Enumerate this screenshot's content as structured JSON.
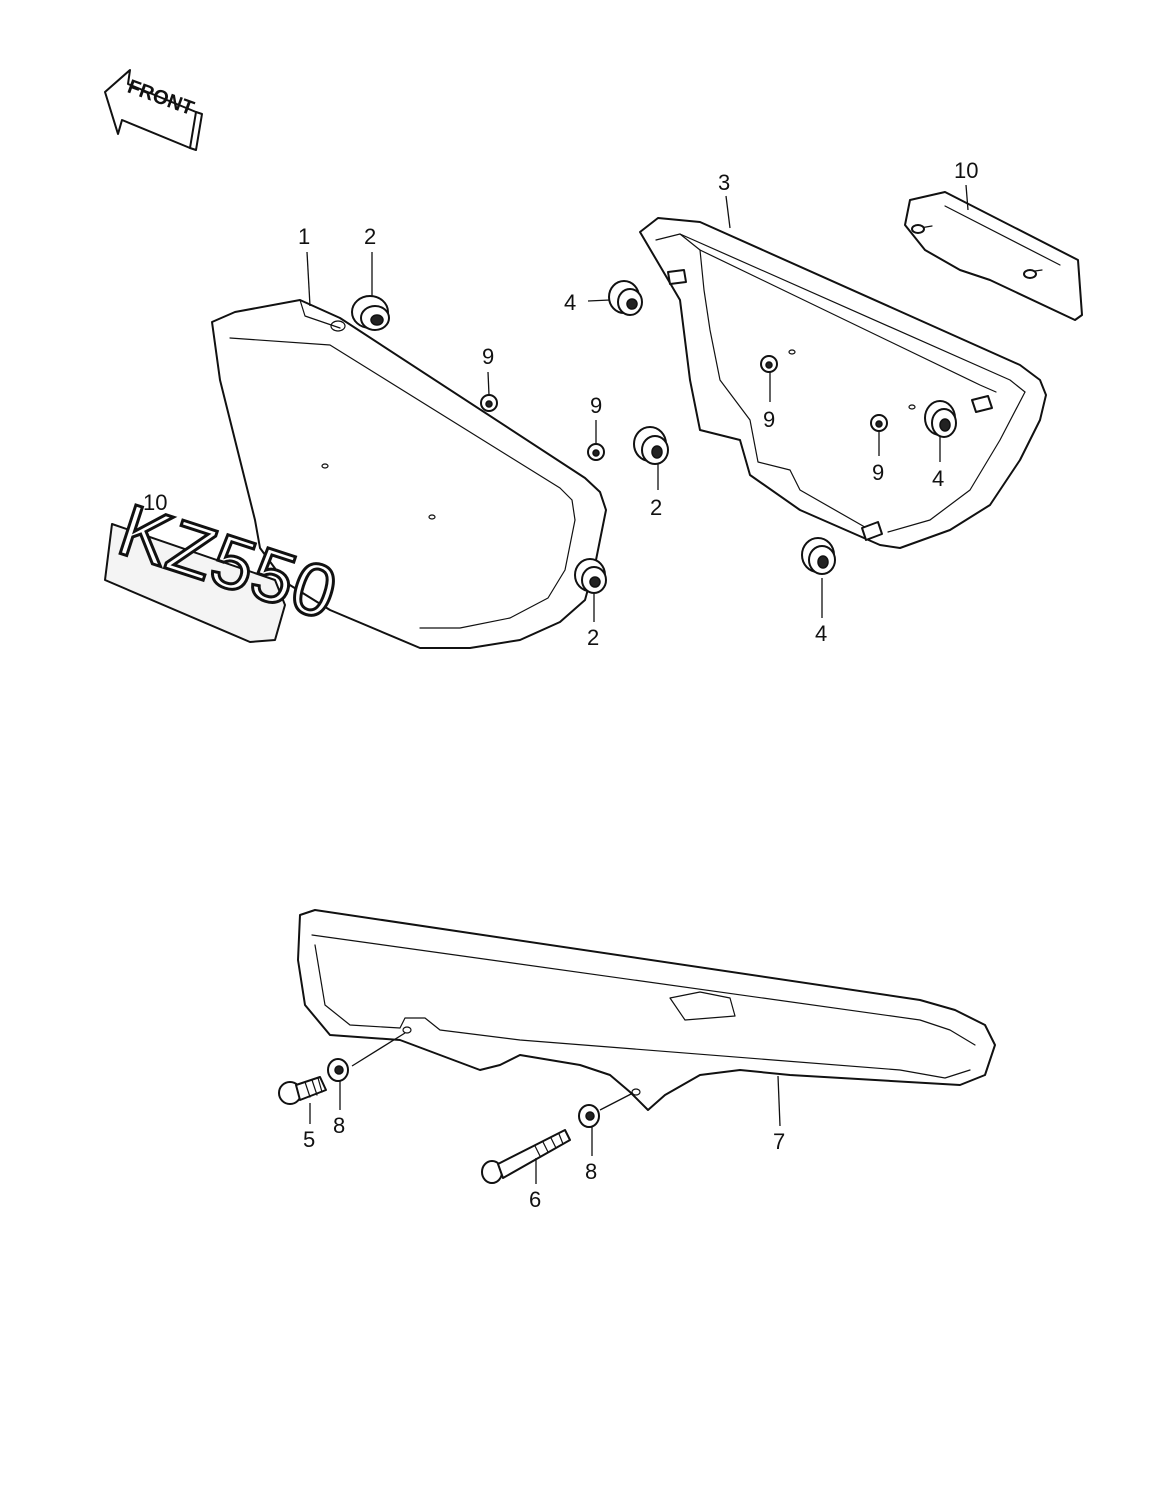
{
  "front_arrow": {
    "label": "FRONT"
  },
  "emblem": {
    "text": "KZ550"
  },
  "callouts": {
    "c1": "1",
    "c2a": "2",
    "c2b": "2",
    "c2c": "2",
    "c3": "3",
    "c4a": "4",
    "c4b": "4",
    "c4c": "4",
    "c5": "5",
    "c6": "6",
    "c7": "7",
    "c8a": "8",
    "c8b": "8",
    "c9a": "9",
    "c9b": "9",
    "c9c": "9",
    "c9d": "9",
    "c10a": "10",
    "c10b": "10"
  }
}
